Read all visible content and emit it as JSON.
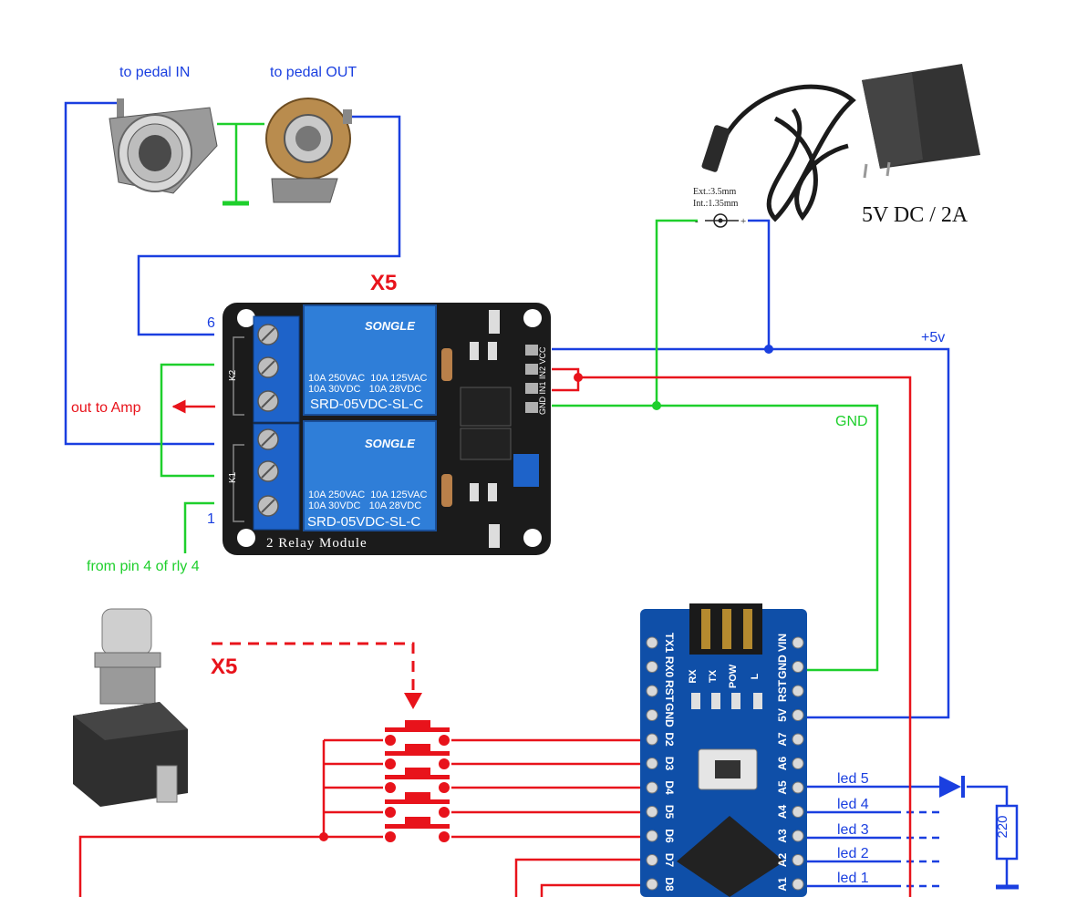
{
  "labels": {
    "pedal_in": "to pedal IN",
    "pedal_out": "to pedal OUT",
    "relay_multiplier": "X5",
    "switch_multiplier": "X5",
    "pin_6": "6",
    "pin_1": "1",
    "out_to_amp": "out to Amp",
    "from_pin4": "from pin 4 of rly 4",
    "plus_5v": "+5v",
    "gnd": "GND",
    "resistor": "220",
    "power_spec": "5V DC / 2A",
    "jack_ext": "Ext.:3.5mm",
    "jack_int": "Int.:1.35mm"
  },
  "relay_module": {
    "title": "2 Relay Module",
    "relay_brand": "SONGLE",
    "relay_model": "SRD-05VDC-SL-C",
    "rating_line1": "10A 250VAC  10A 125VAC",
    "rating_line2": "10A 30VDC   10A 28VDC",
    "header_pins": "GND IN1 IN2 VCC",
    "k1": "K1",
    "k2": "K2"
  },
  "arduino": {
    "left_pins": [
      "TX1",
      "RX0",
      "RST",
      "GND",
      "D2",
      "D3",
      "D4",
      "D5",
      "D6",
      "D7",
      "D8"
    ],
    "right_pins": [
      "VIN",
      "GND",
      "RST",
      "5V",
      "A7",
      "A6",
      "A5",
      "A4",
      "A3",
      "A2",
      "A1"
    ],
    "leds": [
      "RX",
      "TX",
      "POW",
      "L"
    ]
  },
  "led_lines": [
    "led 5",
    "led 4",
    "led 3",
    "led 2",
    "led 1"
  ],
  "colors": {
    "blue": "#1a3fe0",
    "green": "#1ecf2c",
    "red": "#e8131b",
    "board_blue": "#0f4fa8"
  }
}
